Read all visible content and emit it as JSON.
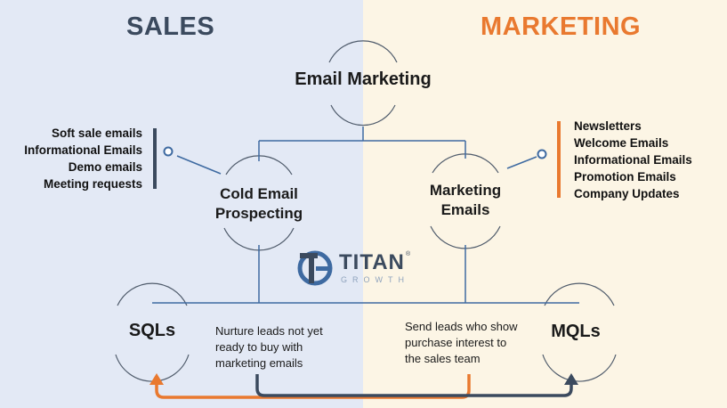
{
  "colors": {
    "sales_bg": "#e3e9f5",
    "marketing_bg": "#fcf5e5",
    "sales_accent": "#3b4a5e",
    "marketing_accent": "#e9792f",
    "line_blue": "#3e6aa1",
    "arc_gray": "#4f5b6b"
  },
  "headings": {
    "sales": "SALES",
    "marketing": "MARKETING"
  },
  "nodes": {
    "email_marketing": "Email Marketing",
    "cold_email_line1": "Cold Email",
    "cold_email_line2": "Prospecting",
    "marketing_emails_line1": "Marketing",
    "marketing_emails_line2": "Emails",
    "sqls": "SQLs",
    "mqls": "MQLs"
  },
  "sales_list": [
    "Soft sale emails",
    "Informational Emails",
    "Demo emails",
    "Meeting requests"
  ],
  "marketing_list": [
    "Newsletters",
    "Welcome Emails",
    "Informational Emails",
    "Promotion Emails",
    "Company Updates"
  ],
  "notes": {
    "nurture": [
      "Nurture leads not yet",
      "ready to buy with",
      "marketing emails"
    ],
    "send": [
      "Send leads who show",
      "purchase interest to",
      "the sales team"
    ]
  },
  "logo": {
    "name": "TITAN",
    "sub": "GROWTH",
    "reg": "®"
  },
  "icons": {
    "sales_connector": "circle-connector-icon",
    "marketing_connector": "circle-connector-icon"
  }
}
